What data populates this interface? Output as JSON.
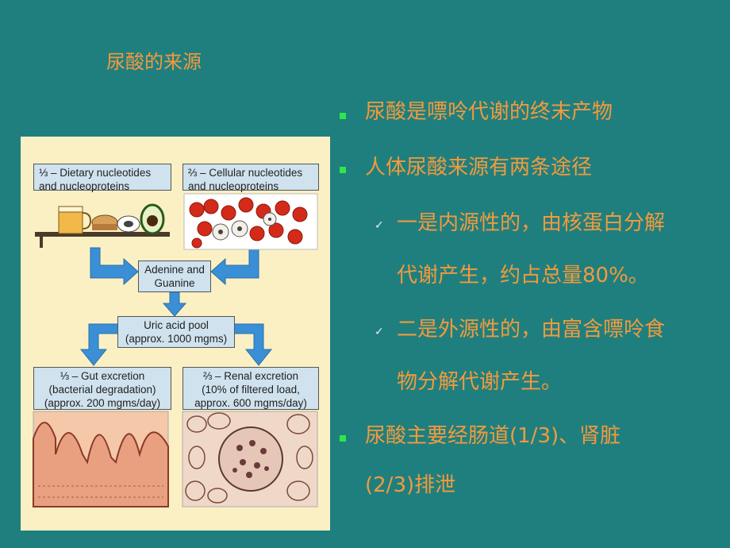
{
  "slide": {
    "title": "尿酸的来源",
    "bullets": [
      {
        "text": "尿酸是嘌呤代谢的终末产物"
      },
      {
        "text": "人体尿酸来源有两条途径"
      },
      {
        "line1": "一是内源性的，由核蛋白分解",
        "line2": "代谢产生，约占总量80%。"
      },
      {
        "line1": "二是外源性的，由富含嘌呤食",
        "line2": "物分解代谢产生。"
      },
      {
        "line1": "尿酸主要经肠道(1/3)、肾脏",
        "line2": "(2/3)排泄"
      }
    ]
  },
  "diagram": {
    "dietary": {
      "line1": "⅓ – Dietary nucleotides",
      "line2": "and nucleoproteins"
    },
    "cellular": {
      "line1": "⅔ – Cellular nucleotides",
      "line2": "and nucleoproteins"
    },
    "adenine": {
      "line1": "Adenine and",
      "line2": "Guanine"
    },
    "pool": {
      "line1": "Uric acid pool",
      "line2": "(approx. 1000 mgms)"
    },
    "gut": {
      "line1": "⅓ – Gut excretion",
      "line2": "(bacterial degradation)",
      "line3": "(approx. 200 mgms/day)"
    },
    "renal": {
      "line1": "⅔ – Renal excretion",
      "line2": "(10% of filtered load,",
      "line3": "approx. 600 mgms/day)"
    }
  },
  "colors": {
    "background": "#1f7f7f",
    "text": "#f39a3c",
    "bullet": "#2ee64a",
    "box": "#cfe2ee",
    "arrow": "#3a8fd6"
  }
}
